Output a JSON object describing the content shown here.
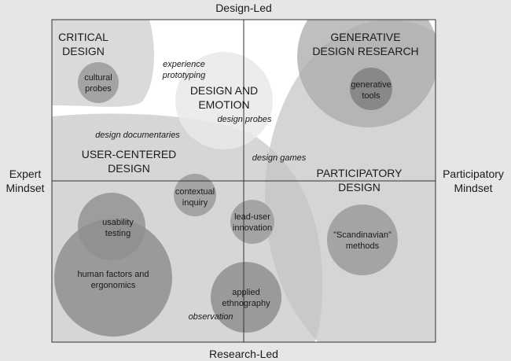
{
  "axes": {
    "top": "Design-Led",
    "bottom": "Research-Led",
    "left": [
      "Expert",
      "Mindset"
    ],
    "right": [
      "Participatory",
      "Mindset"
    ]
  },
  "regions": {
    "critical": [
      "CRITICAL",
      "DESIGN"
    ],
    "generative": [
      "GENERATIVE",
      "DESIGN RESEARCH"
    ],
    "emotion": [
      "DESIGN AND",
      "EMOTION"
    ],
    "ucd": [
      "USER-CENTERED",
      "DESIGN"
    ],
    "participatory": [
      "PARTICIPATORY",
      "DESIGN"
    ]
  },
  "bubbles": {
    "cultural_probes": [
      "cultural",
      "probes"
    ],
    "generative_tools": [
      "generative",
      "tools"
    ],
    "contextual_inquiry": [
      "contextual",
      "inquiry"
    ],
    "lead_user": [
      "lead-user",
      "innovation"
    ],
    "usability": [
      "usability",
      "testing"
    ],
    "human_factors": [
      "human factors and",
      "ergonomics"
    ],
    "scandinavian": [
      "\"Scandinavian\"",
      "methods"
    ],
    "applied_ethno": [
      "applied",
      "ethnography"
    ]
  },
  "floating": {
    "experience": [
      "experience",
      "prototyping"
    ],
    "design_probes": "design probes",
    "design_documentaries": "design documentaries",
    "design_games": "design games",
    "observation": "observation"
  }
}
